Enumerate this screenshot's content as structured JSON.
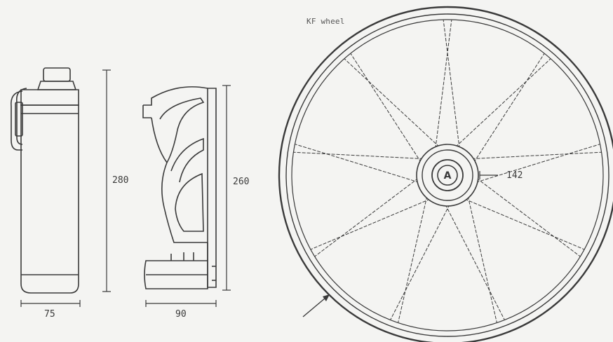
{
  "labels": {
    "wheel_title": "KF wheel",
    "bottle_height": "280",
    "bottle_width": "75",
    "cage_height": "260",
    "cage_width": "90",
    "hub_dimension": "142",
    "hub_letter": "A"
  },
  "colors": {
    "line": "#3a3a3a",
    "background": "#f4f4f2"
  }
}
